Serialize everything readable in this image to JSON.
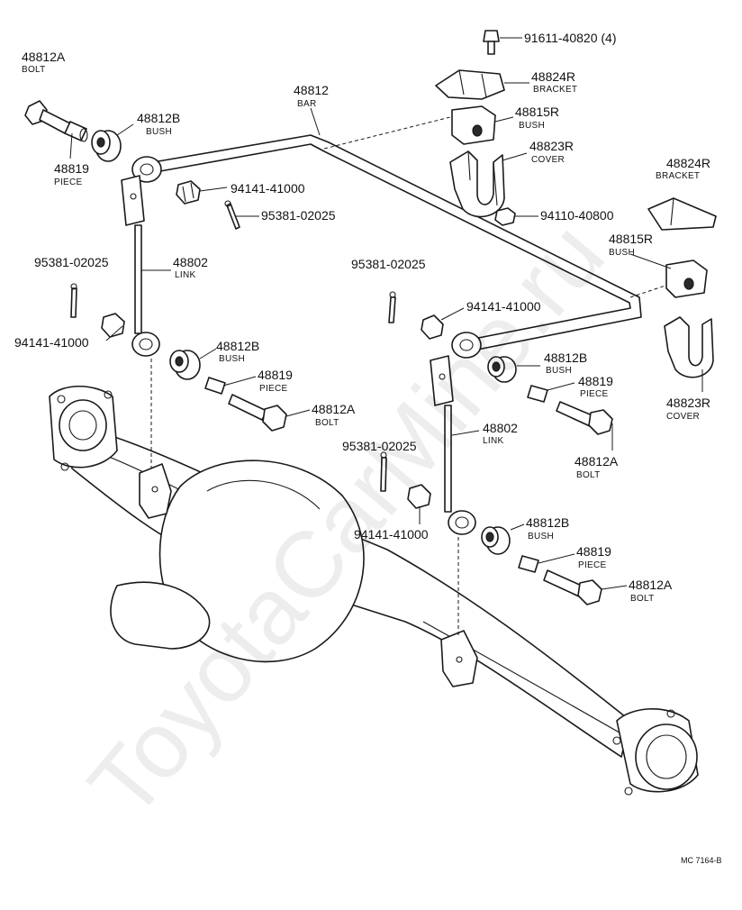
{
  "watermark": "ToyotaCarMine.ru",
  "diagram_code": "MC 7164-B",
  "labels": {
    "bolt_tl_pn": "48812A",
    "bolt_tl_nm": "BOLT",
    "piece_tl_pn": "48819",
    "piece_tl_nm": "PIECE",
    "bush_tl_pn": "48812B",
    "bush_tl_nm": "BUSH",
    "bar_pn": "48812",
    "bar_nm": "BAR",
    "nut_l_pn": "94141-41000",
    "pin_l_pn": "95381-02025",
    "pin_far_pn": "95381-02025",
    "link_l_pn": "48802",
    "link_l_nm": "LINK",
    "nut_far_pn": "94141-41000",
    "bush_ml_pn": "48812B",
    "bush_ml_nm": "BUSH",
    "piece_ml_pn": "48819",
    "piece_ml_nm": "PIECE",
    "bolt_ml_pn": "48812A",
    "bolt_ml_nm": "BOLT",
    "screw_top_pn": "91611-40820 (4)",
    "bracket_r_pn": "48824R",
    "bracket_r_nm": "BRACKET",
    "bushsq_r_pn": "48815R",
    "bushsq_r_nm": "BUSH",
    "cover_r_pn": "48823R",
    "cover_r_nm": "COVER",
    "nut_top_pn": "94110-40800",
    "bracket_fr_pn": "48824R",
    "bracket_fr_nm": "BRACKET",
    "bushsq_fr_pn": "48815R",
    "bushsq_fr_nm": "BUSH",
    "cover_fr_pn": "48823R",
    "cover_fr_nm": "COVER",
    "pin_c_pn": "95381-02025",
    "nut_c_pn": "94141-41000",
    "bush_mr_pn": "48812B",
    "bush_mr_nm": "BUSH",
    "piece_mr_pn": "48819",
    "piece_mr_nm": "PIECE",
    "bolt_mr_pn": "48812A",
    "bolt_mr_nm": "BOLT",
    "link_r_pn": "48802",
    "link_r_nm": "LINK",
    "pin_r_pn": "95381-02025",
    "nut_r_pn": "94141-41000",
    "bush_lr_pn": "48812B",
    "bush_lr_nm": "BUSH",
    "piece_lr_pn": "48819",
    "piece_lr_nm": "PIECE",
    "bolt_lr_pn": "48812A",
    "bolt_lr_nm": "BOLT"
  }
}
